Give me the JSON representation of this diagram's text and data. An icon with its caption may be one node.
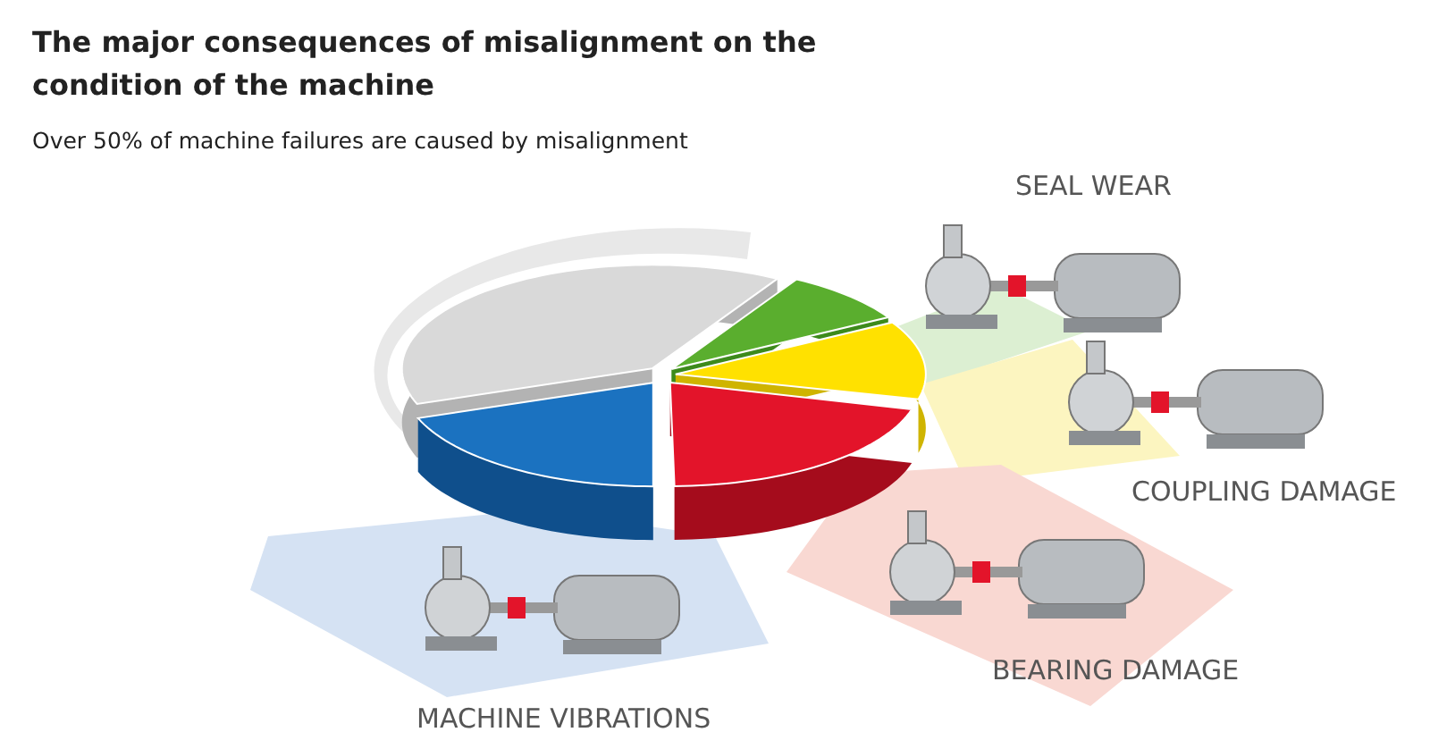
{
  "diagram": {
    "title": "The major consequences of misalignment on the condition of the machine",
    "labels": [
      "Over 50% of machine failures are caused by misalignment",
      "SEAL WEAR",
      "COUPLING DAMAGE",
      "BEARING DAMAGE",
      "MACHINE VIBRATIONS"
    ]
  }
}
